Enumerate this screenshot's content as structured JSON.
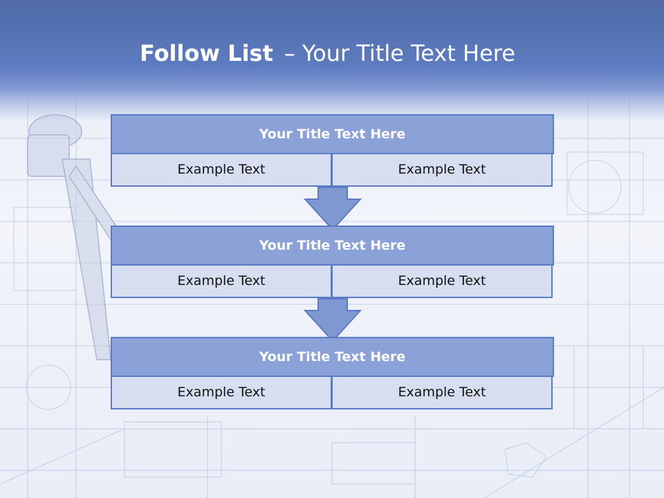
{
  "slide": {
    "title_bold": "Follow List",
    "title_dash": "–",
    "title_rest": "Your Title Text Here"
  },
  "blocks": [
    {
      "title": "Your Title Text Here",
      "left_text": "Example Text",
      "right_text": "Example Text"
    },
    {
      "title": "Your Title Text Here",
      "left_text": "Example Text",
      "right_text": "Example Text"
    },
    {
      "title": "Your Title Text Here",
      "left_text": "Example Text",
      "right_text": "Example Text"
    }
  ],
  "colors": {
    "header_band": "#5d7bc0",
    "box_fill": "#8aa2d8",
    "box_border": "#5b7cc4",
    "cell_fill": "#d6def0",
    "arrow_fill": "#7f98d1"
  }
}
